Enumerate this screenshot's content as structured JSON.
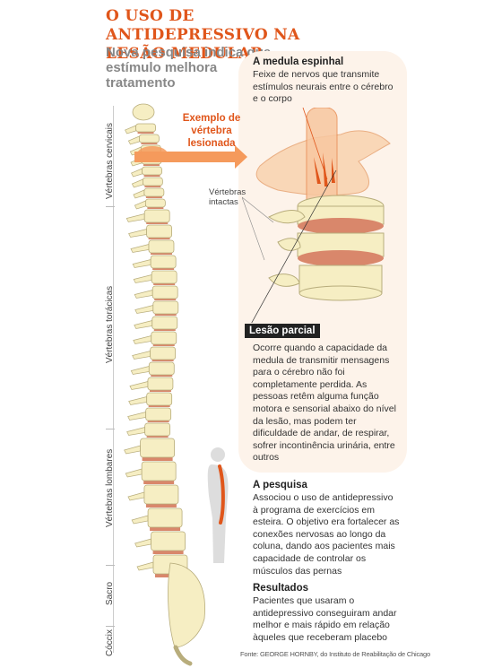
{
  "title": "O USO DE ANTIDEPRESSIVO NA LESÃO MEDULAR",
  "subtitle": "Nova pesquisa indica que estímulo melhora tratamento",
  "regions": {
    "cervical": "Vértebras cervicais",
    "thoracic": "Vértebras torácicas",
    "lumbar": "Vértebras lombares",
    "sacrum": "Sacro",
    "coccyx": "Cóccix"
  },
  "example_label": "Exemplo de vértebra lesionada",
  "intact_label": "Vértebras intactas",
  "spinal_cord": {
    "heading": "A medula espinhal",
    "text": "Feixe de nervos que transmite estímulos neurais entre o cérebro e o corpo"
  },
  "partial_lesion": {
    "heading": "Lesão parcial",
    "text": "Ocorre quando a capacidade da medula de transmitir mensagens para o cérebro não foi completamente perdida. As pessoas retêm alguma função motora e sensorial abaixo do nível da lesão, mas podem ter dificuldade de andar, de respirar, sofrer incontinência urinária, entre outros"
  },
  "research": {
    "heading": "A pesquisa",
    "text": "Associou o uso de antidepressivo à programa de exercícios em esteira. O objetivo era fortalecer as conexões nervosas ao longo da coluna, dando aos pacientes mais capacidade de controlar os músculos das pernas"
  },
  "results": {
    "heading": "Resultados",
    "text": "Pacientes que usaram o antidepressivo conseguiram andar melhor e mais rápido em relação àqueles que receberam placebo"
  },
  "credit": "Fonte: GEORGE HORNBY, do Instituto de Reabilitação de Chicago",
  "colors": {
    "accent": "#e0561b",
    "bone": "#f6eec3",
    "disc": "#d9876b",
    "panel": "#fdf3ea"
  }
}
